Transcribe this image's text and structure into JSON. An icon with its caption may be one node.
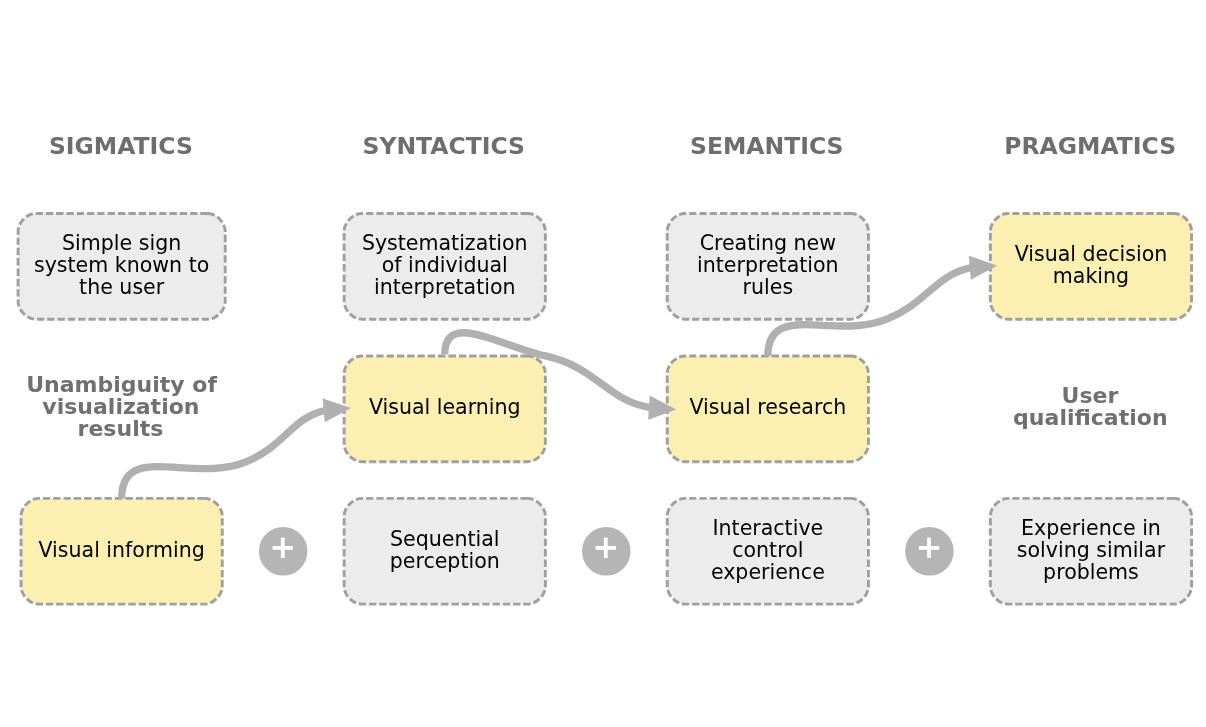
{
  "diagram": {
    "nodes": [
      {
        "text": [
          "Simple sign system known to the user"
        ]
      },
      {
        "text": [
          "Systematization of individual interpretation"
        ]
      },
      {
        "text": [
          "Creating new interpretation rules"
        ]
      },
      {
        "text": [
          "Visual decision making"
        ]
      },
      {
        "text": [
          "Visual research"
        ]
      },
      {
        "text": [
          "Visual learning"
        ]
      },
      {
        "text": [
          "Visual informing"
        ]
      },
      {
        "text": [
          "Sequential perception"
        ]
      },
      {
        "text": [
          "Interactive control experience"
        ]
      },
      {
        "text": [
          "Experience in solving similar problems"
        ]
      }
    ],
    "edges": [
      {
        "from": 6,
        "to": 5,
        "arrow": "to"
      },
      {
        "from": 5,
        "to": 4,
        "arrow": "to"
      },
      {
        "from": 4,
        "to": 3,
        "arrow": "to"
      }
    ],
    "labels": [
      "SIGMATICS",
      "SYNTACTICS",
      "SEMANTICS",
      "PRAGMATICS",
      "Unambiguity of visualization results",
      "User qualification",
      "+",
      "+",
      "+"
    ]
  }
}
